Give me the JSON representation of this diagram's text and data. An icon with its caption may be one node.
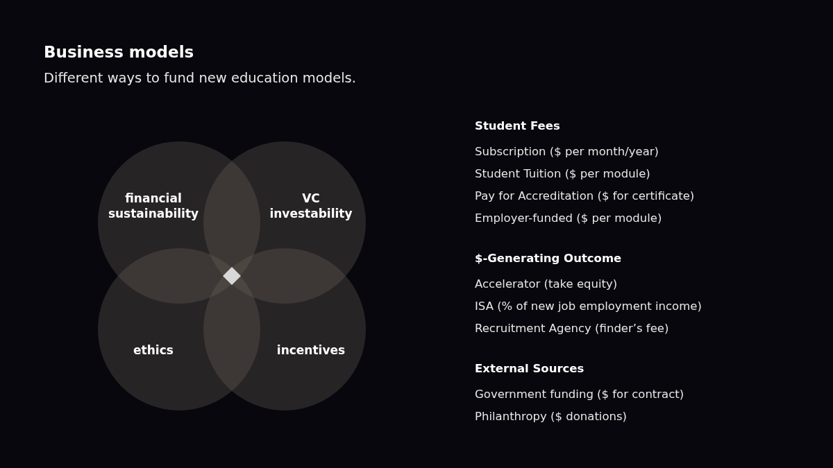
{
  "diagram": {
    "title": "Business models",
    "nodes": [
      {
        "text": [
          "financial sustainability"
        ]
      },
      {
        "text": [
          "VC investability"
        ]
      },
      {
        "text": [
          "ethics"
        ]
      },
      {
        "text": [
          "incentives"
        ]
      }
    ],
    "labels": [
      "Different ways to fund new education models.",
      "Student Fees",
      "Subscription ($ per month/year)",
      "Student Tuition ($ per module)",
      "Pay for Accreditation ($ for certificate)",
      "Employer-funded ($ per module)",
      "$-Generating Outcome",
      "Accelerator (take equity)",
      "ISA (% of new job employment income)",
      "Recruitment Agency (finder’s fee)",
      "External Sources",
      "Government funding ($ for contract)",
      "Philanthropy ($ donations)"
    ]
  }
}
